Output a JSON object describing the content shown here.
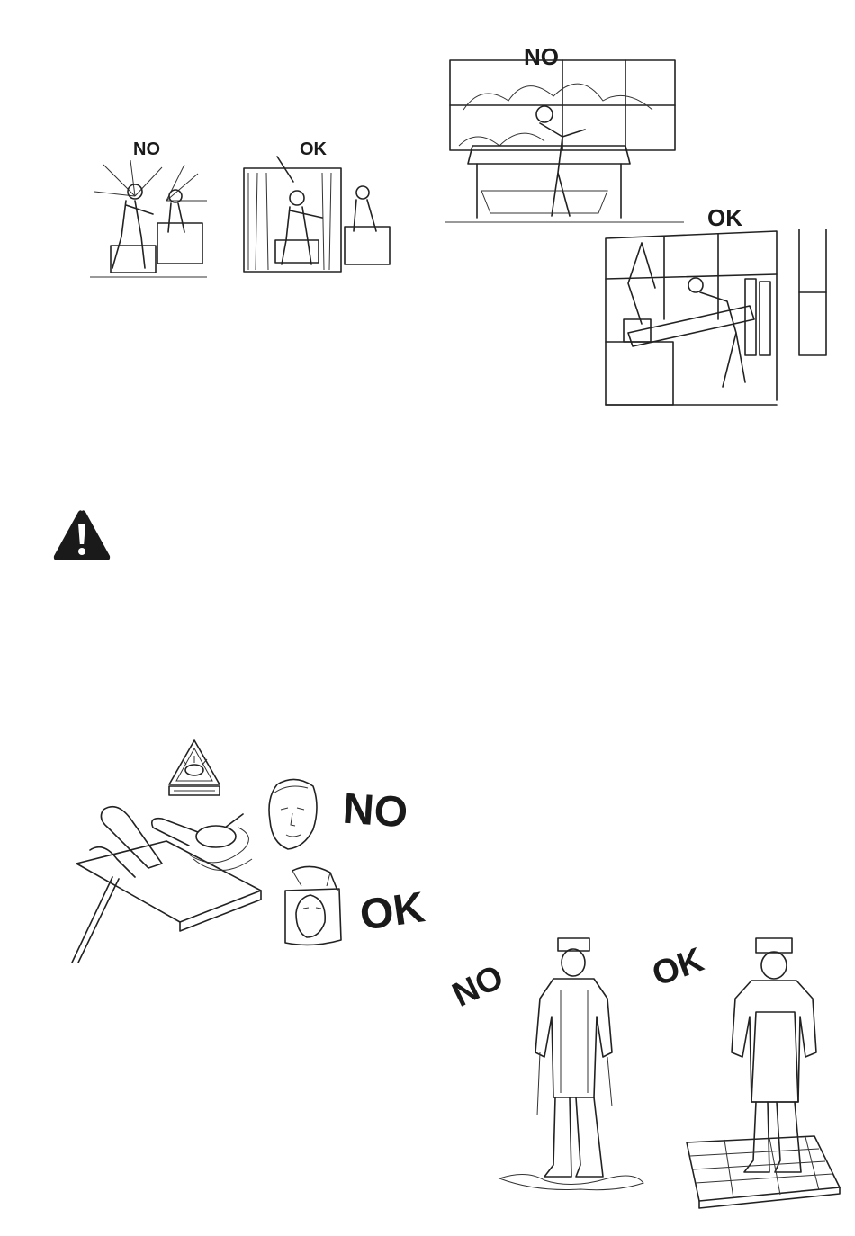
{
  "labels": {
    "fig_booth_no": "NO",
    "fig_booth_ok": "OK",
    "fig_fume_no": "NO",
    "fig_fume_ok": "OK",
    "fig_grinder_no": "NO",
    "fig_grinder_ok": "OK",
    "fig_floor_no": "NO",
    "fig_floor_ok": "OK"
  },
  "icons": {
    "warning": "warning-triangle-icon",
    "grinder_sign": "hot-debris-warning-icon"
  },
  "colors": {
    "ink": "#1a1a1a",
    "background": "#ffffff"
  }
}
